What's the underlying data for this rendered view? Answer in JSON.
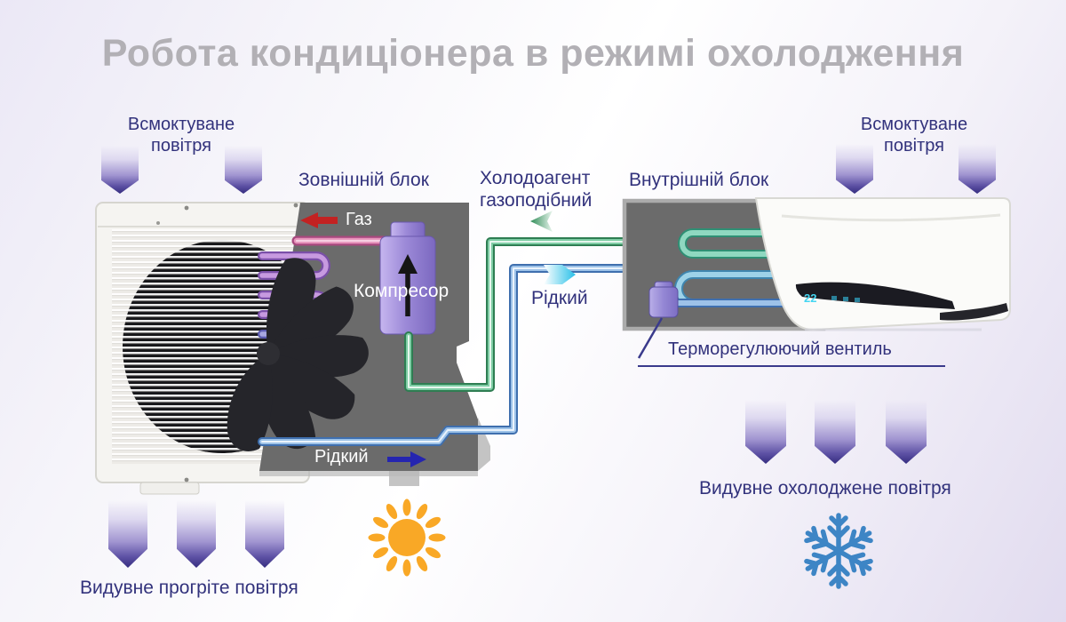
{
  "title": "Робота кондиціонера в режимі охолодження",
  "outdoor": {
    "label": "Зовнішній блок",
    "intake_air": "Всмоктуване повітря",
    "gas_label": "Газ",
    "compressor_label": "Компресор",
    "liquid_label": "Рідкий",
    "exhaust_label": "Видувне прогріте повітря"
  },
  "indoor": {
    "label": "Внутрішній блок",
    "intake_air": "Всмоктуване повітря",
    "valve_label": "Терморегулюючий вентиль",
    "exhaust_label": "Видувне охолоджене повітря",
    "display_temp": "22"
  },
  "connections": {
    "refrigerant_gas_label": "Холодоагент газоподібний",
    "liquid_label": "Рідкий"
  },
  "icons": {
    "sun": "sun-icon",
    "snowflake": "snowflake-icon",
    "air_arrows": "air-flow-arrow"
  },
  "colors": {
    "title_gray": "#b2b0b5",
    "label_navy": "#32327c",
    "gas_pipe_green": "#7fcda5",
    "liquid_pipe_blue": "#9dc2e8",
    "coil_purple": "#c79ae0",
    "gas_arrow_red": "#c32222",
    "liquid_arrow_darkblue": "#2525b0",
    "liquid_arrow_cyan": "#28c0e8",
    "refrigerant_arrow_green": "#2e8b57",
    "air_arrow_purple": "#352d80",
    "sun_yellow": "#f9a826",
    "snowflake_blue": "#3d85c5",
    "casing_gray": "#6b6b6b",
    "display_cyan": "#45d6f2"
  }
}
